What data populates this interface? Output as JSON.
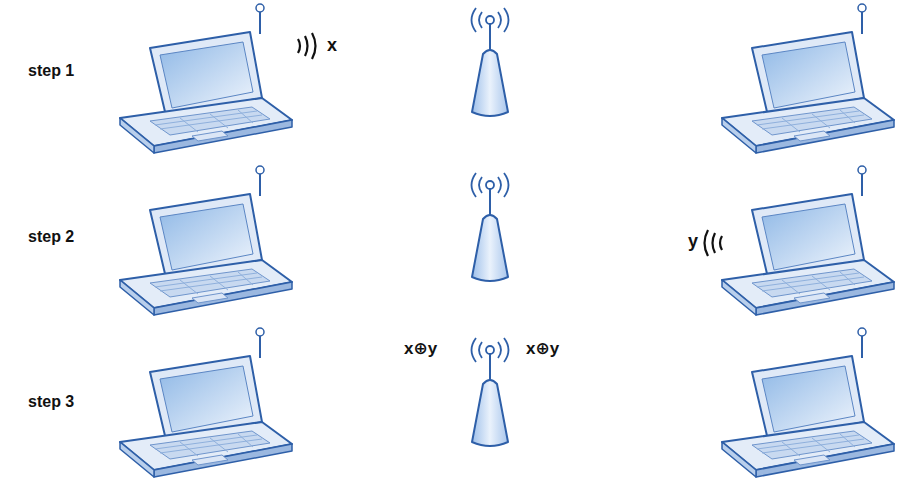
{
  "diagram": {
    "labels": [
      "step 1",
      "x",
      "step 2",
      "y",
      "step 3",
      "x⊕y",
      "x⊕y"
    ]
  }
}
